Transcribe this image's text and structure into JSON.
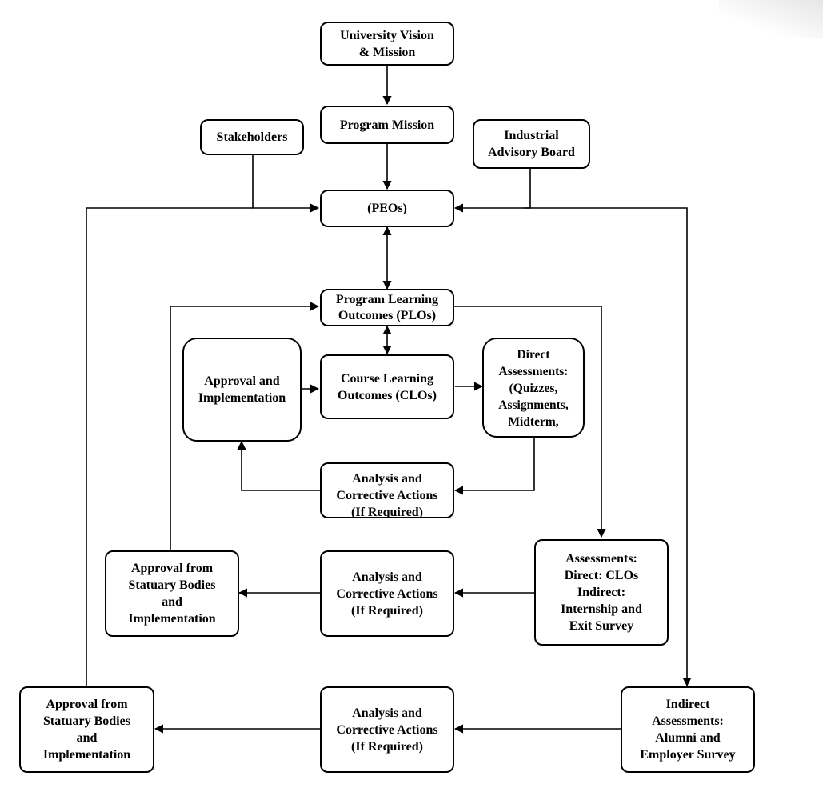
{
  "boxes": {
    "university_vision": "University Vision\n& Mission",
    "program_mission": "Program Mission",
    "stakeholders": "Stakeholders",
    "industrial_board": "Industrial\nAdvisory Board",
    "peos": "(PEOs)",
    "plos": "Program Learning\nOutcomes (PLOs)",
    "approval_impl_1": "Approval and\nImplementation",
    "clos": "Course Learning\nOutcomes (CLOs)",
    "direct_assessments": "Direct\nAssessments:\n(Quizzes,\nAssignments,\nMidterm,",
    "analysis_1": "Analysis and\nCorrective Actions\n(If Required)",
    "approval_statuary_2": "Approval from\nStatuary Bodies\nand\nImplementation",
    "analysis_2": "Analysis and\nCorrective Actions\n(If Required)",
    "assessments_direct_indirect": "Assessments:\nDirect: CLOs\nIndirect:\nInternship and\nExit Survey",
    "approval_statuary_3": "Approval from\nStatuary Bodies\nand\nImplementation",
    "analysis_3": "Analysis and\nCorrective Actions\n(If Required)",
    "indirect_assessments": "Indirect\nAssessments:\nAlumni and\nEmployer Survey"
  }
}
